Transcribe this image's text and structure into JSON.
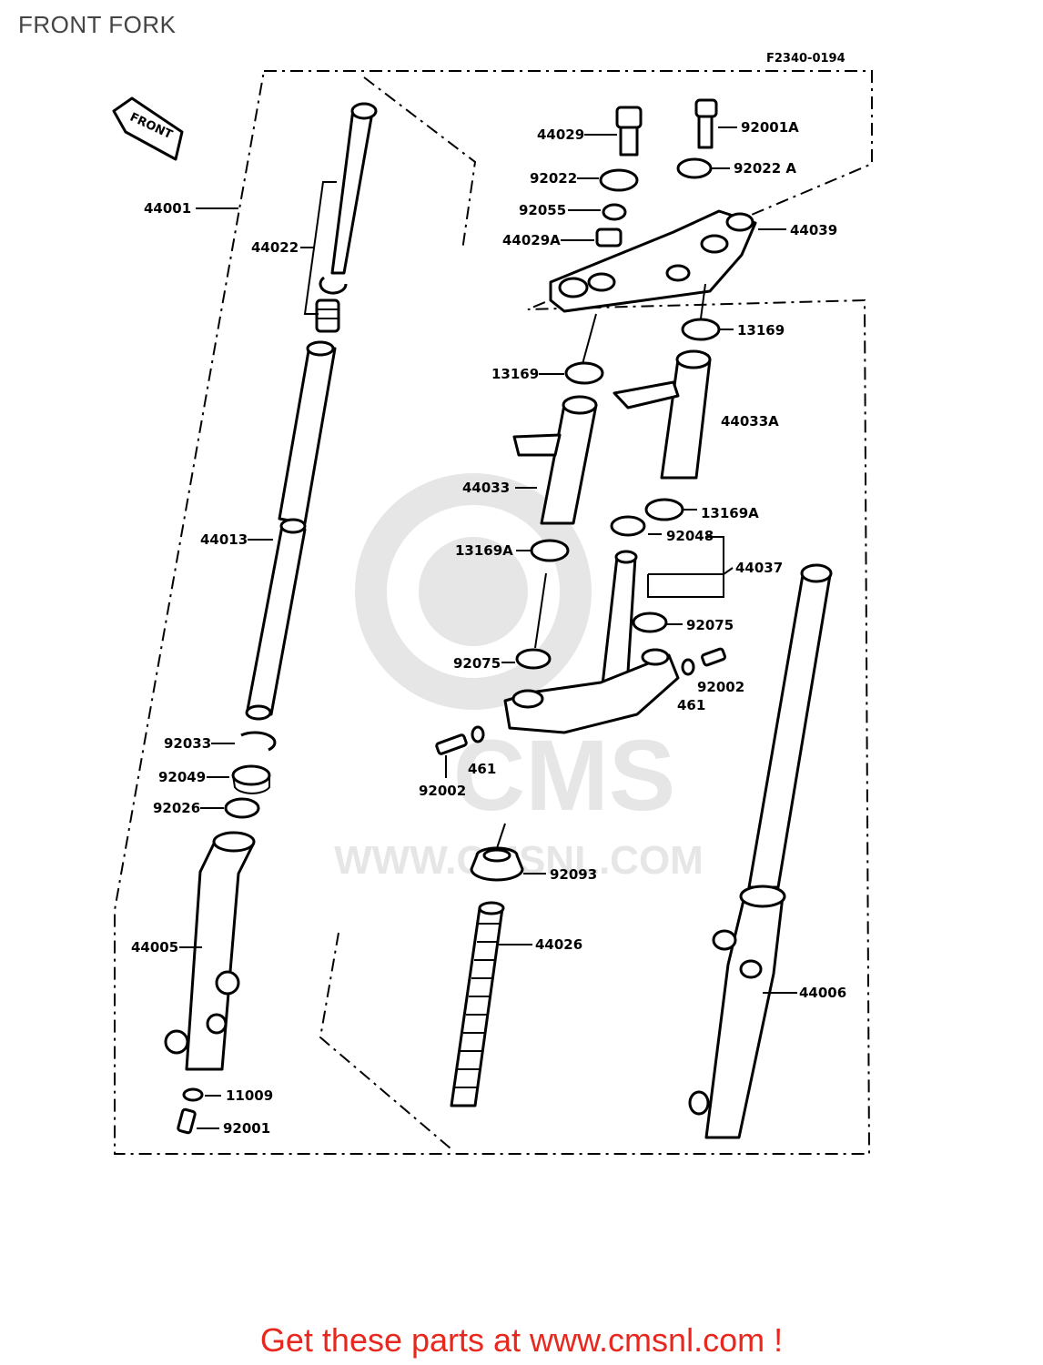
{
  "title": "FRONT FORK",
  "figure_code": "F2340-0194",
  "front_arrow_label": "FRONT",
  "watermark": {
    "brand": "CMS",
    "url": "WWW.CMSNL.COM"
  },
  "footer": "Get these parts at www.cmsnl.com !",
  "footer_color": "#e8281e",
  "callouts": {
    "p44001": "44001",
    "p44022": "44022",
    "p44013": "44013",
    "p92033": "92033",
    "p92049": "92049",
    "p92026": "92026",
    "p44005": "44005",
    "p11009": "11009",
    "p92001": "92001",
    "p44029": "44029",
    "p92001A": "92001A",
    "p92022": "92022",
    "p92022A": "92022 A",
    "p92055": "92055",
    "p44029A": "44029A",
    "p44039": "44039",
    "p13169a": "13169",
    "p13169b": "13169",
    "p44033A": "44033A",
    "p44033": "44033",
    "p13169A_a": "13169A",
    "p13169A_b": "13169A",
    "p92048": "92048",
    "p44037": "44037",
    "p92075a": "92075",
    "p92075b": "92075",
    "p92002a": "92002",
    "p461a": "461",
    "p461b": "461",
    "p92002b": "92002",
    "p92093": "92093",
    "p44026": "44026",
    "p44006": "44006"
  }
}
